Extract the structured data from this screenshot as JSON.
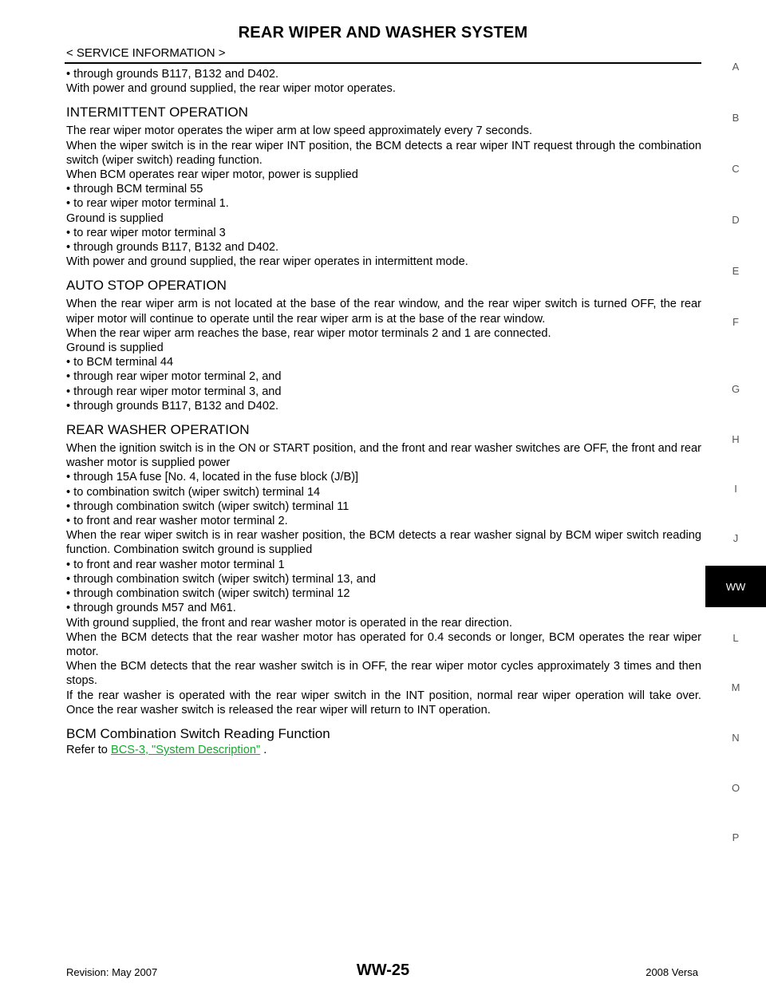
{
  "header": {
    "title": "REAR WIPER AND WASHER SYSTEM",
    "subtitle": "< SERVICE INFORMATION >"
  },
  "intro": {
    "line1": "• through grounds B117, B132 and D402.",
    "line2": "With power and ground supplied, the rear wiper motor operates."
  },
  "sections": {
    "intermittent": {
      "heading": "INTERMITTENT OPERATION",
      "lines": [
        "The rear wiper motor operates the wiper arm at low speed approximately every 7 seconds.",
        "When the wiper switch is in the rear wiper INT position, the BCM detects a rear wiper INT request through the combination switch (wiper switch) reading function.",
        "When BCM operates rear wiper motor, power is supplied",
        "• through BCM terminal 55",
        "• to rear wiper motor terminal 1.",
        "Ground is supplied",
        "• to rear wiper motor terminal 3",
        "• through grounds B117, B132 and D402.",
        "With power and ground supplied, the rear wiper operates in intermittent mode."
      ]
    },
    "auto_stop": {
      "heading": "AUTO STOP OPERATION",
      "lines": [
        "When the rear wiper arm is not located at the base of the rear window, and the rear wiper switch is turned OFF, the rear wiper motor will continue to operate until the rear wiper arm is at the base of the rear window.",
        "When the rear wiper arm reaches the base, rear wiper motor terminals 2 and 1 are connected.",
        "Ground is supplied",
        "• to BCM terminal 44",
        "• through rear wiper motor terminal 2, and",
        "• through rear wiper motor terminal 3, and",
        "• through grounds B117, B132 and D402."
      ]
    },
    "washer": {
      "heading": "REAR WASHER OPERATION",
      "lines": [
        "When the ignition switch is in the ON or START position, and the front and rear washer switches are OFF, the front and rear washer motor is supplied power",
        "• through 15A fuse [No. 4, located in the fuse block (J/B)]",
        "• to combination switch (wiper switch) terminal 14",
        "• through combination switch (wiper switch) terminal 11",
        "• to front and rear washer motor terminal 2.",
        "When the rear wiper switch is in rear washer position, the BCM detects a rear washer signal by BCM wiper switch reading function. Combination switch ground is supplied",
        "• to front and rear washer motor terminal 1",
        "• through combination switch (wiper switch) terminal 13, and",
        "• through combination switch (wiper switch) terminal 12",
        "• through grounds M57 and M61.",
        "With ground supplied, the front and rear washer motor is operated in the rear direction.",
        "When the BCM detects that the rear washer motor has operated for 0.4 seconds or longer, BCM operates the rear wiper motor.",
        "When the BCM detects that the rear washer switch is in OFF, the rear wiper motor cycles approximately 3 times and then stops.",
        "If the rear washer is operated with the rear wiper switch in the INT position, normal rear wiper operation will take over. Once the rear washer switch is released the rear wiper will return to INT operation."
      ]
    },
    "bcm": {
      "heading": "BCM Combination Switch Reading Function",
      "refer_prefix": "Refer to ",
      "link_text": "BCS-3, \"System Description\"",
      "refer_suffix": " ."
    }
  },
  "side_index": {
    "letters": [
      "A",
      "B",
      "C",
      "D",
      "E",
      "F",
      "G",
      "H",
      "I",
      "J",
      "L",
      "M",
      "N",
      "O",
      "P"
    ],
    "active": "WW"
  },
  "footer": {
    "revision": "Revision: May 2007",
    "page": "WW-25",
    "model": "2008 Versa"
  },
  "colors": {
    "link": "#16a82f",
    "active_tab_bg": "#000000"
  }
}
